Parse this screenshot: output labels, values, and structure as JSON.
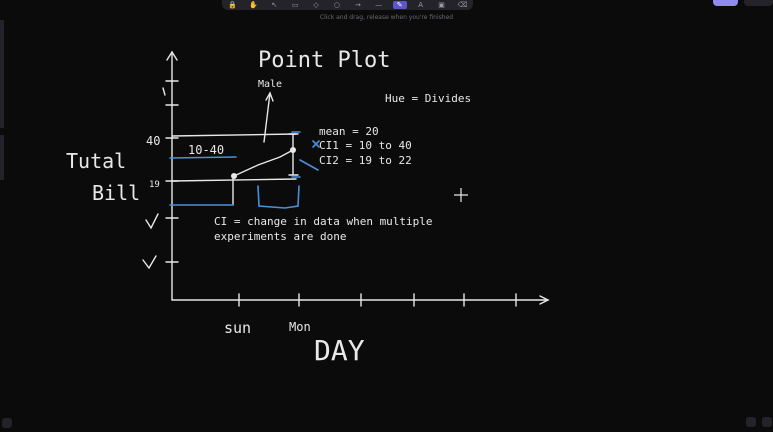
{
  "toolbar": {
    "tools": [
      "lock",
      "hand",
      "select",
      "rect",
      "diamond",
      "ellipse",
      "arrow",
      "line",
      "draw",
      "text",
      "image",
      "eraser"
    ],
    "active_tool": "draw",
    "hint": "Click and drag, release when you're finished"
  },
  "drawing": {
    "title": "Point Plot",
    "hue_note": "Hue = Divides",
    "point_label": "Male",
    "y_axis_label_line1": "Tutal",
    "y_axis_label_line2": "Bill",
    "x_axis_label": "DAY",
    "x_tick_sun": "sun",
    "x_tick_mon": "Mon",
    "y_tick_40": "40",
    "y_tick_19": "19",
    "range_note": "10-40",
    "stats": {
      "mean": "mean = 20",
      "ci1": "CI1 = 10 to 40",
      "ci2": "CI2 = 19 to 22"
    },
    "ci_def_line1": "CI = change in data when multiple",
    "ci_def_line2": "experiments are done",
    "colors": {
      "ink": "#e8e8e8",
      "blue": "#4a90d9",
      "background": "#0b0b0b"
    }
  }
}
